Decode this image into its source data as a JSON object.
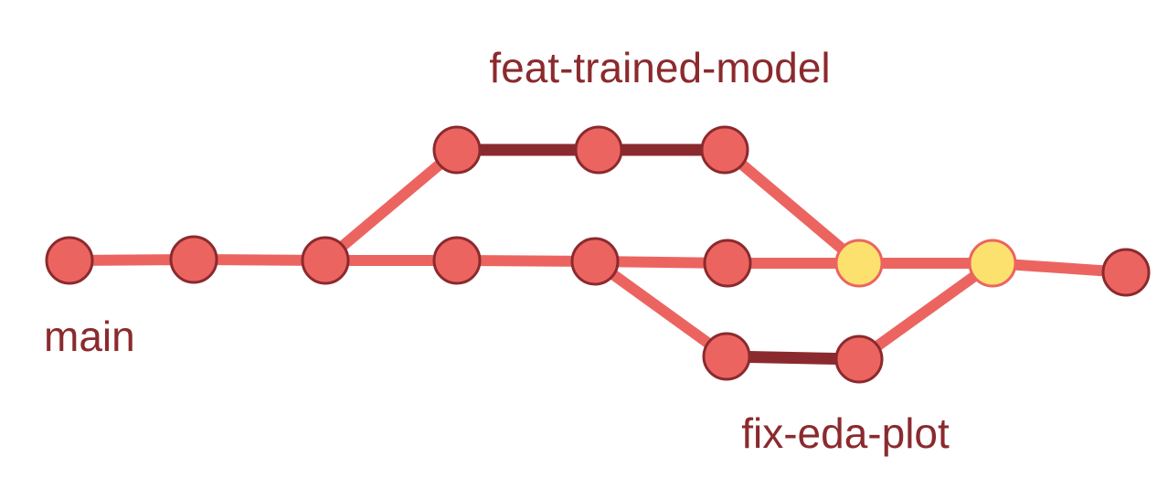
{
  "colors": {
    "commit": "#ec6460",
    "commit_outline": "#8b2a2e",
    "merge_commit": "#fce16f",
    "merge_outline": "#ec6460",
    "main_edge": "#ec6460",
    "branch_edge_dark": "#8b2a2e",
    "label": "#8b2a2e"
  },
  "branches": {
    "main": {
      "label": "main"
    },
    "feature": {
      "label": "feat-trained-model"
    },
    "fix": {
      "label": "fix-eda-plot"
    }
  },
  "commits": {
    "main": [
      "m1",
      "m2",
      "m3",
      "m4",
      "m5",
      "m6",
      "merge1",
      "merge2",
      "m7"
    ],
    "feature": [
      "f1",
      "f2",
      "f3"
    ],
    "fix": [
      "x1",
      "x2"
    ],
    "merges": [
      "merge1",
      "merge2"
    ]
  },
  "edges": [
    {
      "from": "m1",
      "to": "m2",
      "style": "light"
    },
    {
      "from": "m2",
      "to": "m3",
      "style": "light"
    },
    {
      "from": "m3",
      "to": "m4",
      "style": "light"
    },
    {
      "from": "m4",
      "to": "m5",
      "style": "light"
    },
    {
      "from": "m5",
      "to": "m6",
      "style": "light"
    },
    {
      "from": "m6",
      "to": "merge1",
      "style": "light"
    },
    {
      "from": "merge1",
      "to": "merge2",
      "style": "light"
    },
    {
      "from": "merge2",
      "to": "m7",
      "style": "light"
    },
    {
      "from": "m3",
      "to": "f1",
      "style": "light"
    },
    {
      "from": "f1",
      "to": "f2",
      "style": "dark"
    },
    {
      "from": "f2",
      "to": "f3",
      "style": "dark"
    },
    {
      "from": "f3",
      "to": "merge1",
      "style": "light"
    },
    {
      "from": "m5",
      "to": "x1",
      "style": "light"
    },
    {
      "from": "x1",
      "to": "x2",
      "style": "dark"
    },
    {
      "from": "x2",
      "to": "merge2",
      "style": "light"
    }
  ]
}
